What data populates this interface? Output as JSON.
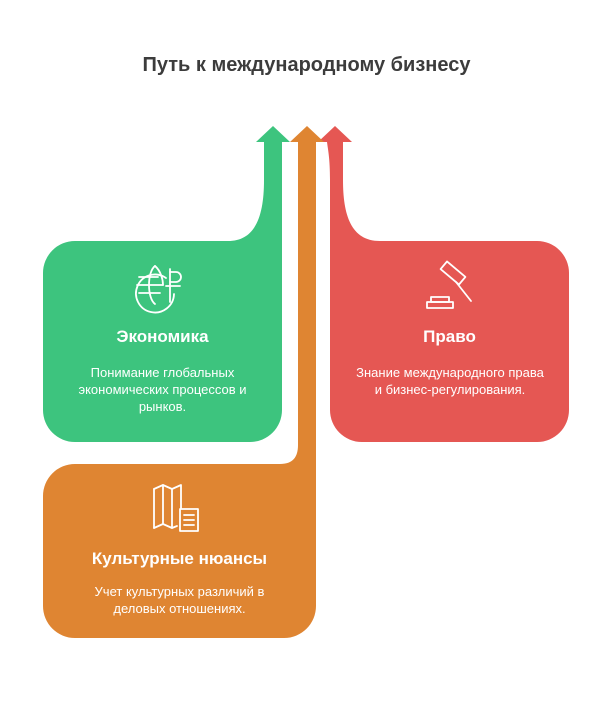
{
  "title": "Путь к международному бизнесу",
  "cards": [
    {
      "id": "economics",
      "heading": "Экономика",
      "description": "Понимание глобальных экономических процессов и рынков.",
      "icon": "globe-currency-icon",
      "color": "#3dc47e"
    },
    {
      "id": "law",
      "heading": "Право",
      "description": "Знание международного права и бизнес-регулирования.",
      "icon": "gavel-icon",
      "color": "#e55753"
    },
    {
      "id": "culture",
      "heading": "Культурные нюансы",
      "description": "Учет культурных различий в деловых отношениях.",
      "icon": "map-document-icon",
      "color": "#df8532"
    }
  ]
}
